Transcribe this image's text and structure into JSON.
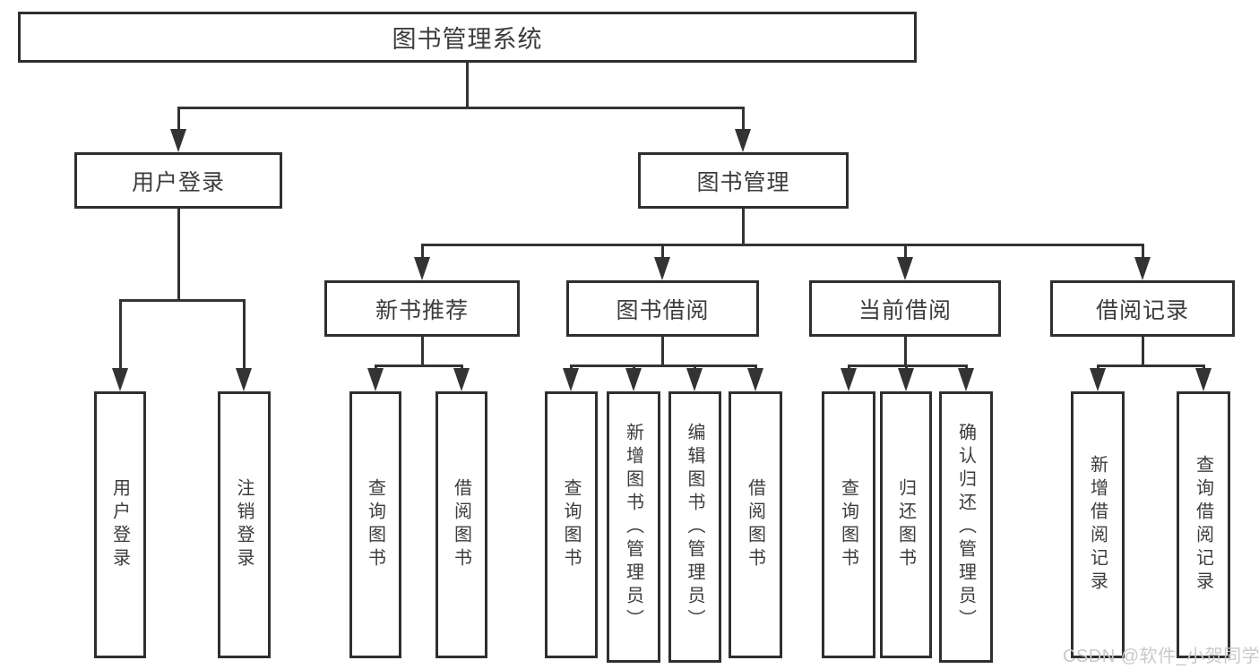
{
  "diagram": {
    "root": {
      "label": "图书管理系统"
    },
    "branches": [
      {
        "label": "用户登录",
        "children": [
          {
            "label": "用户登录"
          },
          {
            "label": "注销登录"
          }
        ]
      },
      {
        "label": "图书管理",
        "children": [
          {
            "label": "新书推荐",
            "children": [
              {
                "label": "查询图书"
              },
              {
                "label": "借阅图书"
              }
            ]
          },
          {
            "label": "图书借阅",
            "children": [
              {
                "label": "查询图书"
              },
              {
                "label": "新增图书（管理员）"
              },
              {
                "label": "编辑图书（管理员）"
              },
              {
                "label": "借阅图书"
              }
            ]
          },
          {
            "label": "当前借阅",
            "children": [
              {
                "label": "查询图书"
              },
              {
                "label": "归还图书"
              },
              {
                "label": "确认归还（管理员）"
              }
            ]
          },
          {
            "label": "借阅记录",
            "children": [
              {
                "label": "新增借阅记录"
              },
              {
                "label": "查询借阅记录"
              }
            ]
          }
        ]
      }
    ],
    "watermark": "CSDN @软件_小贺同学",
    "colors": {
      "line": "#333333",
      "border": "#2f2f2f",
      "text": "#3c3c3c",
      "watermark": "#c9c9c9",
      "background": "#ffffff"
    }
  }
}
